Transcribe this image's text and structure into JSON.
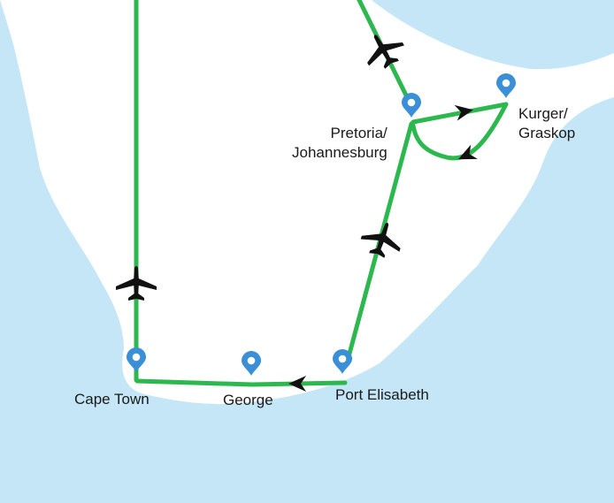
{
  "map": {
    "colors": {
      "sea": "#c5e6f7",
      "land": "#ffffff",
      "route": "#2db84f",
      "pin": "#3a8fd6",
      "icon": "#111111"
    },
    "places": {
      "cape_town": {
        "label": "Cape Town"
      },
      "george": {
        "label": "George"
      },
      "port_elisabeth": {
        "label": "Port Elisabeth"
      },
      "pretoria": {
        "line1": "Pretoria/",
        "line2": "Johannesburg"
      },
      "kruger": {
        "line1": "Kurger/",
        "line2": "Graskop"
      }
    },
    "icons": [
      "airplane-icon",
      "location-pin-icon",
      "direction-arrow-icon"
    ]
  }
}
